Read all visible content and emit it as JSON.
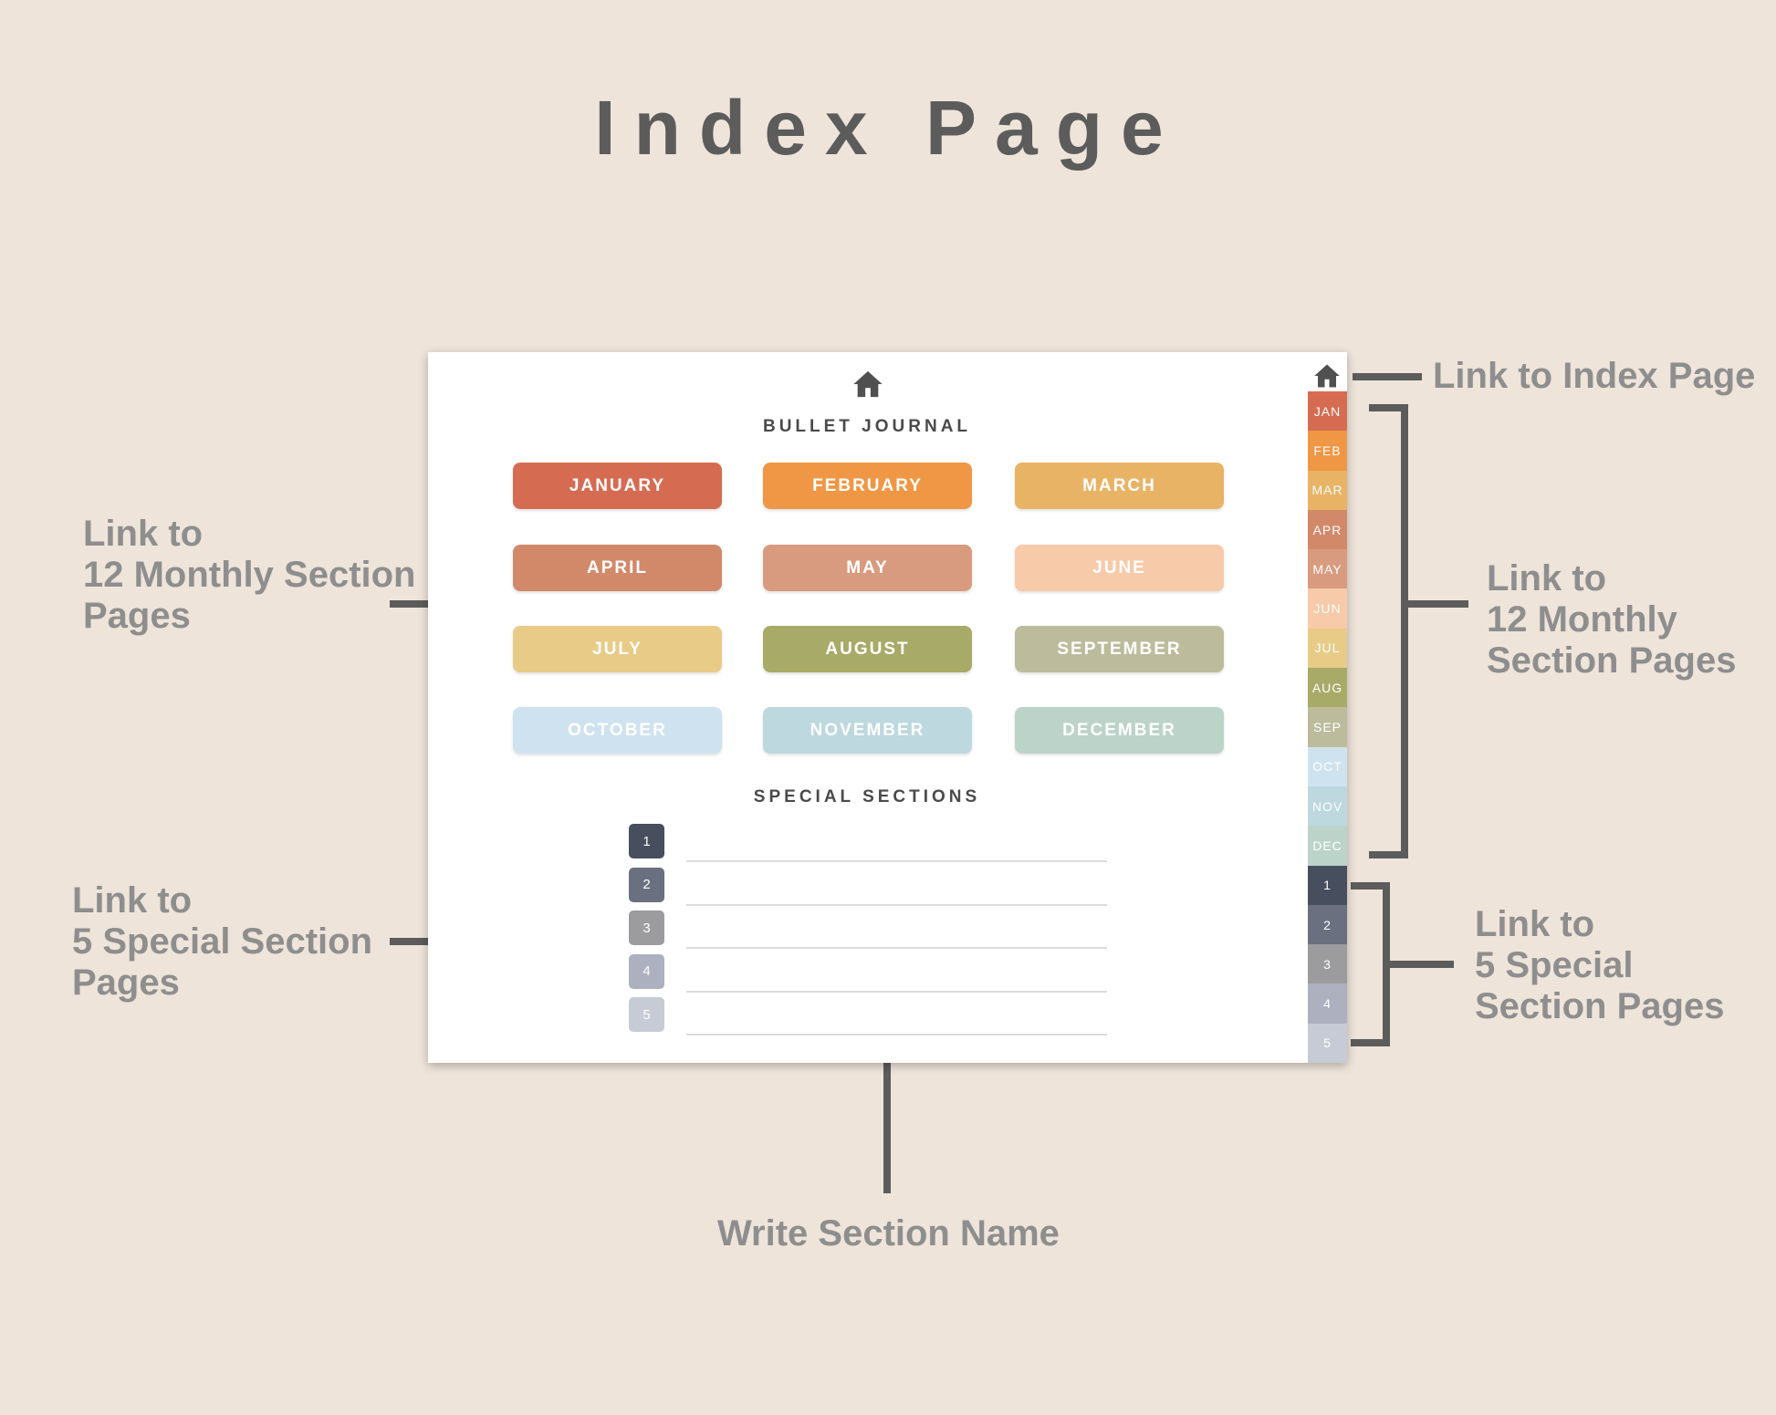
{
  "title": "Index Page",
  "annotations": {
    "left_months": "Link to\n12 Monthly Section\nPages",
    "left_special": "Link to\n5 Special Section\nPages",
    "right_index": "Link to Index Page",
    "right_months": "Link to\n12 Monthly\nSection Pages",
    "right_special": "Link to\n5 Special\nSection Pages",
    "bottom": "Write Section Name"
  },
  "journal": {
    "home_icon": "home-icon",
    "heading": "BULLET JOURNAL",
    "special_heading": "SPECIAL SECTIONS",
    "months": [
      {
        "label": "JANUARY",
        "color": "#D56C52"
      },
      {
        "label": "FEBRUARY",
        "color": "#EF9744"
      },
      {
        "label": "MARCH",
        "color": "#E9B365"
      },
      {
        "label": "APRIL",
        "color": "#D2896A"
      },
      {
        "label": "MAY",
        "color": "#D89B7F"
      },
      {
        "label": "JUNE",
        "color": "#F7CAA9"
      },
      {
        "label": "JULY",
        "color": "#E8CB87"
      },
      {
        "label": "AUGUST",
        "color": "#A8AA67"
      },
      {
        "label": "SEPTEMBER",
        "color": "#BCBC9D"
      },
      {
        "label": "OCTOBER",
        "color": "#CFE2EF"
      },
      {
        "label": "NOVEMBER",
        "color": "#BDD8DE"
      },
      {
        "label": "DECEMBER",
        "color": "#BCD3CA"
      }
    ],
    "special_sections": [
      {
        "label": "1",
        "color": "#474F5E"
      },
      {
        "label": "2",
        "color": "#6B7080"
      },
      {
        "label": "3",
        "color": "#9C9C9E"
      },
      {
        "label": "4",
        "color": "#ADB0BF"
      },
      {
        "label": "5",
        "color": "#C7CBD6"
      }
    ],
    "side_tabs": [
      {
        "label": "JAN",
        "color": "#D56C52"
      },
      {
        "label": "FEB",
        "color": "#EF9744"
      },
      {
        "label": "MAR",
        "color": "#E9B365"
      },
      {
        "label": "APR",
        "color": "#D2896A"
      },
      {
        "label": "MAY",
        "color": "#D89B7F"
      },
      {
        "label": "JUN",
        "color": "#F7CAA9"
      },
      {
        "label": "JUL",
        "color": "#E8CB87"
      },
      {
        "label": "AUG",
        "color": "#A8AA67"
      },
      {
        "label": "SEP",
        "color": "#BCBC9D"
      },
      {
        "label": "OCT",
        "color": "#CFE2EF"
      },
      {
        "label": "NOV",
        "color": "#BDD8DE"
      },
      {
        "label": "DEC",
        "color": "#BCD3CA"
      },
      {
        "label": "1",
        "color": "#474F5E"
      },
      {
        "label": "2",
        "color": "#6B7080"
      },
      {
        "label": "3",
        "color": "#9C9C9E"
      },
      {
        "label": "4",
        "color": "#ADB0BF"
      },
      {
        "label": "5",
        "color": "#C7CBD6"
      }
    ]
  }
}
